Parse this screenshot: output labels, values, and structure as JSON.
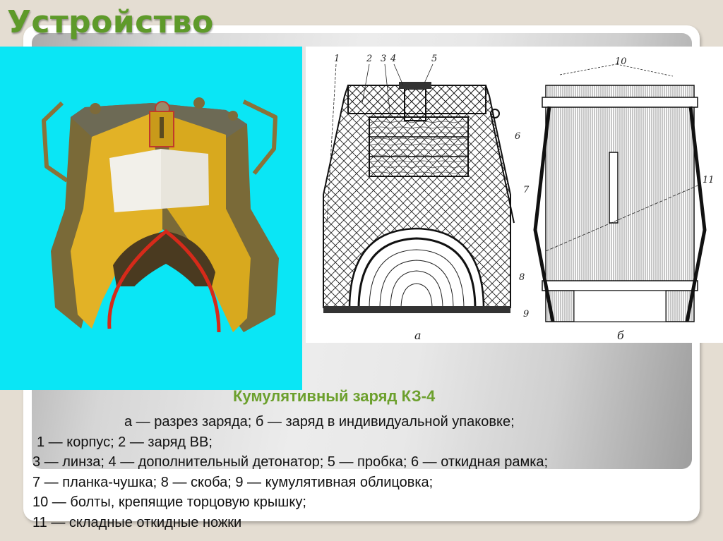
{
  "slide": {
    "title": "Устройство",
    "caption": "Кумулятивный заряд КЗ-4",
    "description_lines": [
      "а — разрез заряда; б — заряд в индивидуальной упаковке;",
      "1 — корпус; 2 — заряд ВВ;",
      "3 — линза; 4 — дополнительный детонатор; 5 — пробка; 6 — откидная рамка;",
      "7 — планка-чушка; 8 — скоба; 9 — кумулятивная облицовка;",
      "10 — болты, крепящие торцовую крышку;",
      "11 — складные откидные ножки"
    ]
  },
  "photo": {
    "subject": "cutaway model of shaped charge KZ-4",
    "background_color": "#0ae6f5",
    "body_color": "#7a6a38",
    "explosive_color": "#e2b226",
    "lens_color": "#f2f0ea",
    "liner_color": "#d62a1a"
  },
  "drawing": {
    "view_a_label": "а",
    "view_b_label": "б",
    "callouts_a": [
      "1",
      "2",
      "3",
      "4",
      "5",
      "6",
      "8",
      "9"
    ],
    "callouts_b": [
      "10",
      "7",
      "11"
    ]
  },
  "colors": {
    "title_green": "#5e9a2a",
    "caption_green": "#6ca02d",
    "page_bg": "#e4ddd2"
  }
}
